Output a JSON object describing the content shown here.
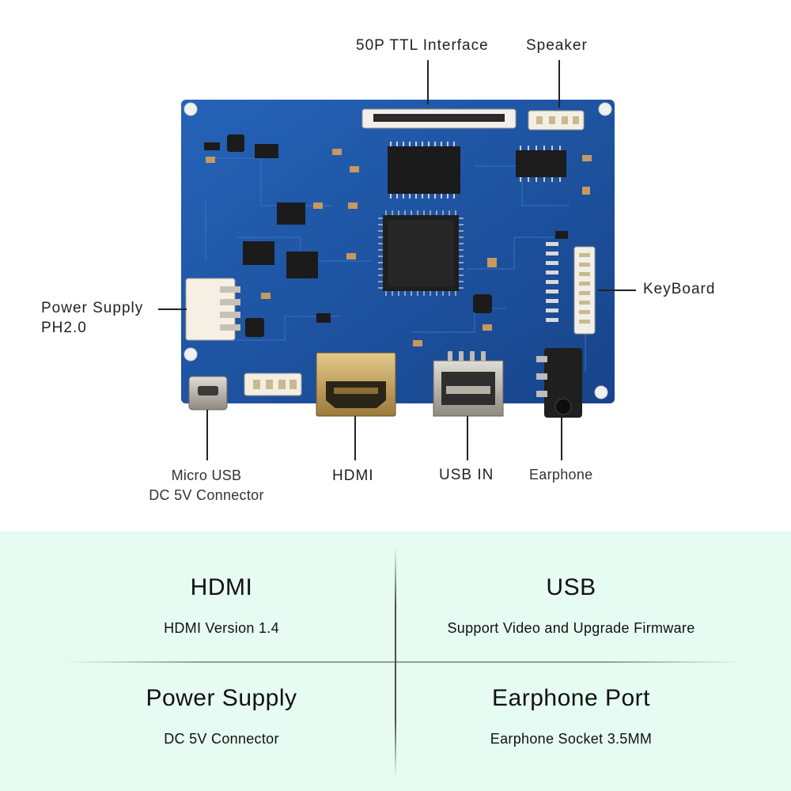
{
  "callouts": {
    "ttl": "50P TTL Interface",
    "speaker": "Speaker",
    "keyboard": "KeyBoard",
    "power_line1": "Power Supply",
    "power_line2": "PH2.0",
    "micro_usb_line1": "Micro USB",
    "micro_usb_line2": "DC 5V Connector",
    "hdmi": "HDMI",
    "usb_in": "USB IN",
    "earphone": "Earphone"
  },
  "features": [
    {
      "title": "HDMI",
      "desc": "HDMI Version 1.4"
    },
    {
      "title": "USB",
      "desc": "Support Video and Upgrade Firmware"
    },
    {
      "title": "Power Supply",
      "desc": "DC 5V Connector"
    },
    {
      "title": "Earphone Port",
      "desc": "Earphone Socket 3.5MM"
    }
  ],
  "colors": {
    "board": "#1d4f9c",
    "panel": "#e6fbf2",
    "text": "#222222"
  }
}
